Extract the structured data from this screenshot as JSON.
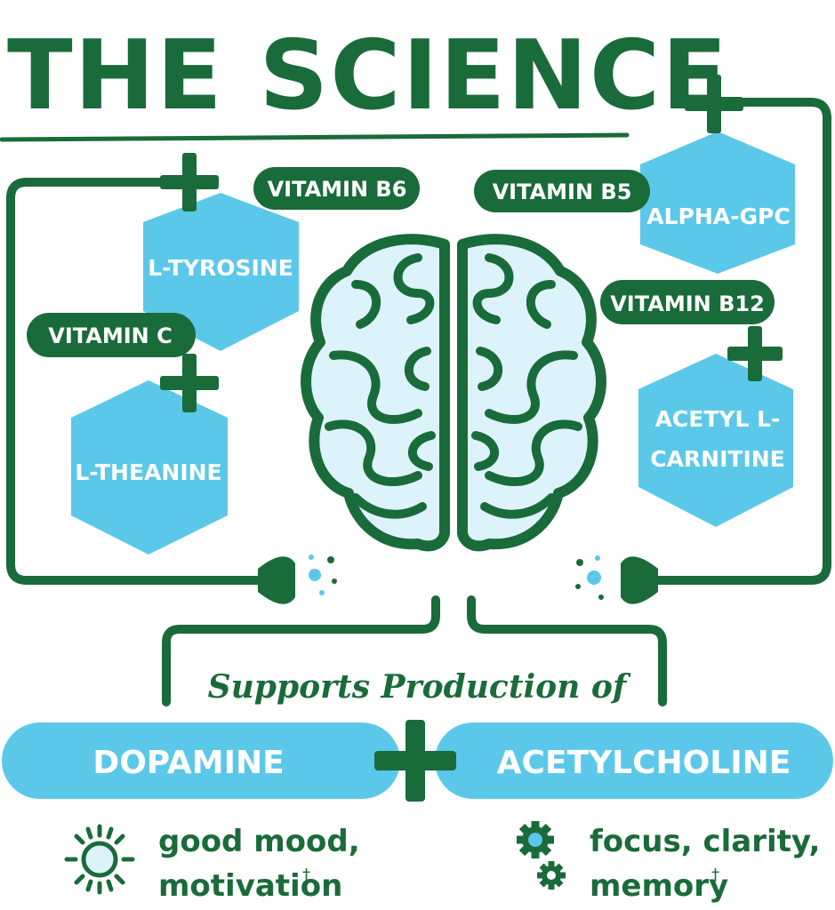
{
  "title": "THE SCIENCE",
  "ingredients": {
    "vitamin_b6": "VITAMIN B6",
    "vitamin_b5": "VITAMIN B5",
    "vitamin_c": "VITAMIN C",
    "vitamin_b12": "VITAMIN B12",
    "l_tyrosine": "L-TYROSINE",
    "l_theanine": "L-THEANINE",
    "alpha_gpc": "ALPHA-GPC",
    "acetyl_l_carnitine_line1": "ACETYL L-",
    "acetyl_l_carnitine_line2": "CARNITINE"
  },
  "supports_label": "Supports Production of",
  "outputs": {
    "dopamine": "DOPAMINE",
    "acetylcholine": "ACETYLCHOLINE"
  },
  "benefits": {
    "dopamine_line1": "good mood,",
    "dopamine_line2": "motivation",
    "acetylcholine_line1": "focus, clarity,",
    "acetylcholine_line2": "memory",
    "footnote_mark": "†"
  },
  "colors": {
    "green": "#1a6b3a",
    "light_blue": "#5bc8ea",
    "brain_fill": "#ddf3fb",
    "white": "#ffffff"
  },
  "icons": [
    "plus-icon",
    "brain-icon",
    "sun-icon",
    "gears-icon",
    "bulb-connector-icon"
  ]
}
